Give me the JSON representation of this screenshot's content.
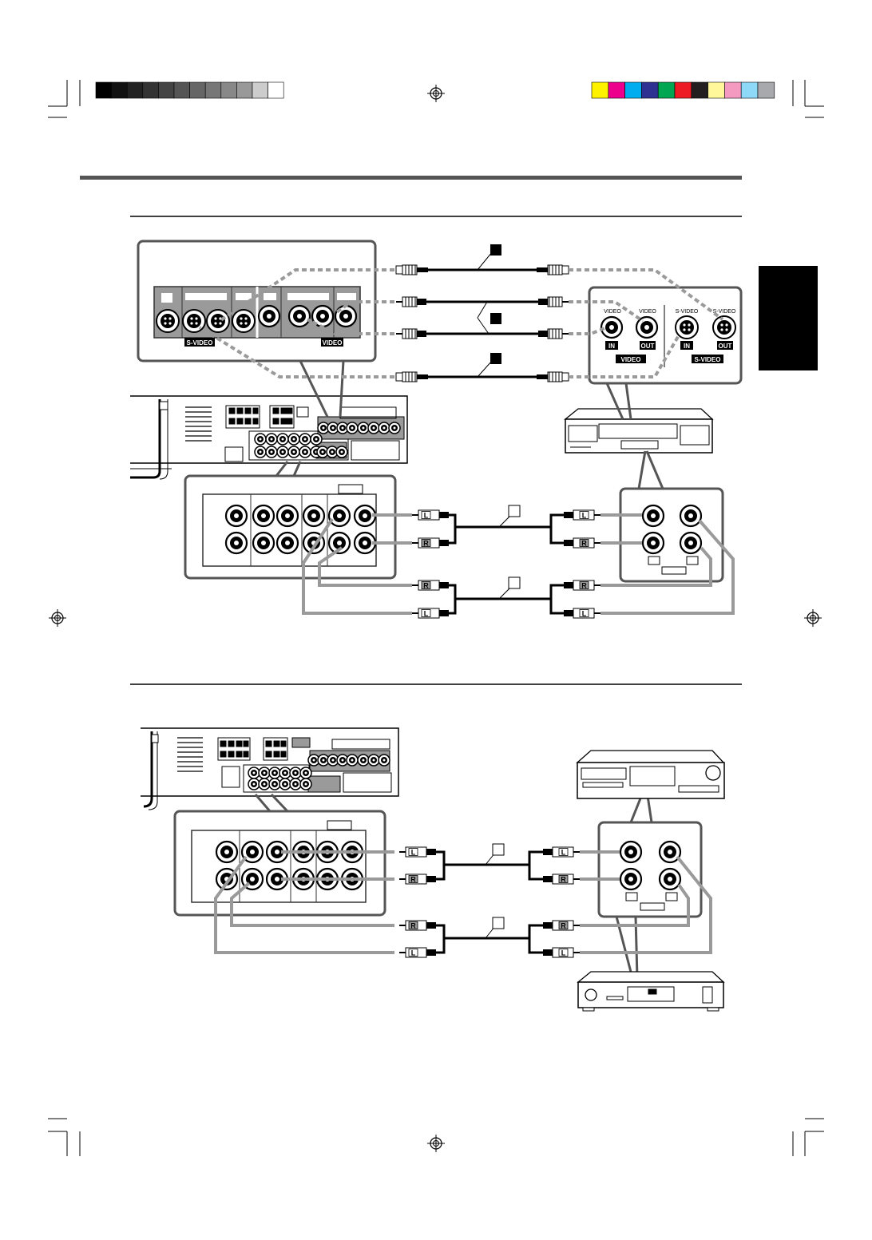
{
  "color_bars": {
    "grayscale": [
      "#000000",
      "#111111",
      "#222222",
      "#333333",
      "#444444",
      "#555555",
      "#666666",
      "#777777",
      "#888888",
      "#999999",
      "#cccccc",
      "#ffffff"
    ],
    "colors": [
      "#fff200",
      "#ec008c",
      "#00aeef",
      "#2e3192",
      "#00a651",
      "#ed1c24",
      "#231f20",
      "#fff799",
      "#f49ac1",
      "#8ed8f8",
      "#a7a9ac"
    ]
  },
  "labels": {
    "svideo": "S-VIDEO",
    "video": "VIDEO",
    "in": "IN",
    "out": "OUT",
    "plug_l": "L",
    "plug_r": "R",
    "vcr_video_in": "VIDEO",
    "vcr_video_out": "VIDEO",
    "vcr_svideo_in": "S-VIDEO",
    "vcr_svideo_out": "S-VIDEO"
  },
  "colors": {
    "cable_gray": "#9a9a9a",
    "panel_stroke": "#555555",
    "ink": "#000000",
    "side_tab": "#000000"
  },
  "icons": {
    "registration": "registration-mark-icon",
    "svideo_jack": "svideo-jack-icon",
    "rca_jack": "rca-jack-icon",
    "rca_plug": "rca-plug-icon",
    "svideo_plug": "svideo-plug-icon"
  }
}
